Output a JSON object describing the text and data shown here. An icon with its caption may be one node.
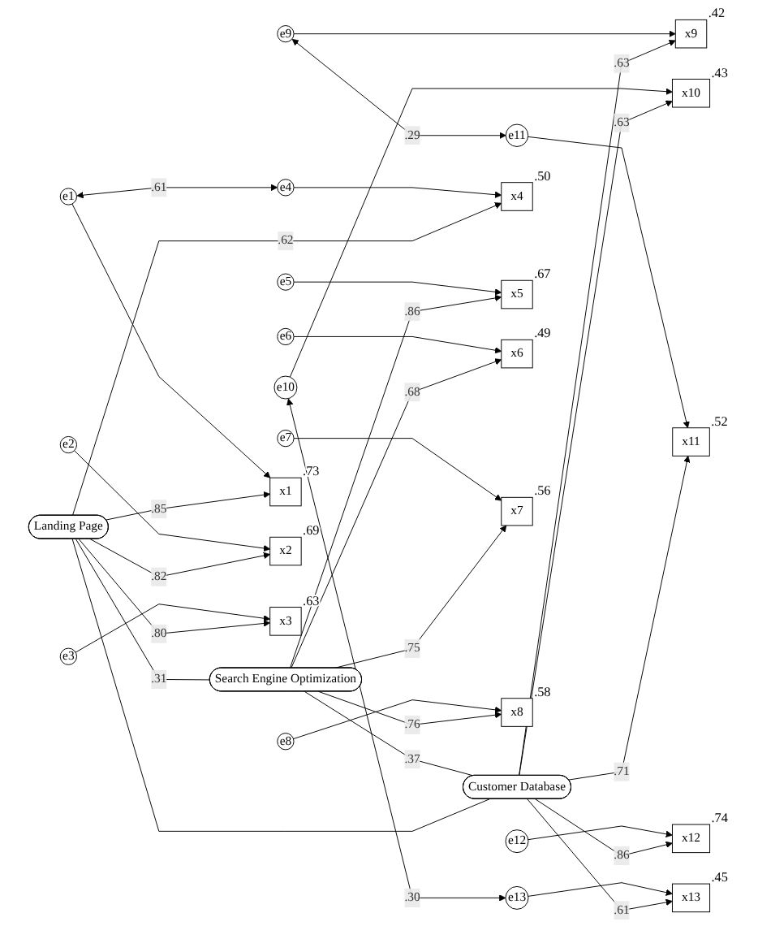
{
  "diagram": {
    "nodes": [
      {
        "text": [
          "e1"
        ]
      },
      {
        "text": [
          "e2"
        ]
      },
      {
        "text": [
          "e3"
        ]
      },
      {
        "text": [
          "e4"
        ]
      },
      {
        "text": [
          "e5"
        ]
      },
      {
        "text": [
          "e6"
        ]
      },
      {
        "text": [
          "e7"
        ]
      },
      {
        "text": [
          "e8"
        ]
      },
      {
        "text": [
          "e9"
        ]
      },
      {
        "text": [
          "e10"
        ]
      },
      {
        "text": [
          "e11"
        ]
      },
      {
        "text": [
          "e12"
        ]
      },
      {
        "text": [
          "e13"
        ]
      },
      {
        "text": [
          "x1"
        ],
        "beside": [
          ".73"
        ]
      },
      {
        "text": [
          "x2"
        ],
        "beside": [
          ".69"
        ]
      },
      {
        "text": [
          "x3"
        ],
        "beside": [
          ".63"
        ]
      },
      {
        "text": [
          "x4"
        ],
        "beside": [
          ".50"
        ]
      },
      {
        "text": [
          "x5"
        ],
        "beside": [
          ".67"
        ]
      },
      {
        "text": [
          "x6"
        ],
        "beside": [
          ".49"
        ]
      },
      {
        "text": [
          "x7"
        ],
        "beside": [
          ".56"
        ]
      },
      {
        "text": [
          "x8"
        ],
        "beside": [
          ".58"
        ]
      },
      {
        "text": [
          "x9"
        ],
        "beside": [
          ".42"
        ]
      },
      {
        "text": [
          "x10"
        ],
        "beside": [
          ".43"
        ]
      },
      {
        "text": [
          "x11"
        ],
        "beside": [
          ".52"
        ]
      },
      {
        "text": [
          "x12"
        ],
        "beside": [
          ".74"
        ]
      },
      {
        "text": [
          "x13"
        ],
        "beside": [
          ".45"
        ]
      },
      {
        "text": [
          "Landing Page"
        ]
      },
      {
        "text": [
          "Search Engine Optimization"
        ]
      },
      {
        "text": [
          "Customer Database"
        ]
      }
    ],
    "edges": [
      {
        "from": 0,
        "to": 13,
        "arrow": "to"
      },
      {
        "from": 1,
        "to": 14,
        "arrow": "to"
      },
      {
        "from": 2,
        "to": 15,
        "arrow": "to"
      },
      {
        "from": 3,
        "to": 16,
        "arrow": "to"
      },
      {
        "from": 4,
        "to": 17,
        "arrow": "to"
      },
      {
        "from": 5,
        "to": 18,
        "arrow": "to"
      },
      {
        "from": 6,
        "to": 19,
        "arrow": "to"
      },
      {
        "from": 7,
        "to": 20,
        "arrow": "to"
      },
      {
        "from": 8,
        "to": 21,
        "arrow": "to"
      },
      {
        "from": 9,
        "to": 22,
        "arrow": "to"
      },
      {
        "from": 10,
        "to": 23,
        "arrow": "to"
      },
      {
        "from": 11,
        "to": 24,
        "arrow": "to"
      },
      {
        "from": 12,
        "to": 25,
        "arrow": "to"
      },
      {
        "from": 26,
        "to": 13,
        "arrow": "to",
        "label": ".85"
      },
      {
        "from": 26,
        "to": 14,
        "arrow": "to",
        "label": ".82"
      },
      {
        "from": 26,
        "to": 15,
        "arrow": "to",
        "label": ".80"
      },
      {
        "from": 26,
        "to": 16,
        "arrow": "to",
        "label": ".62"
      },
      {
        "from": 27,
        "to": 17,
        "arrow": "to",
        "label": ".86"
      },
      {
        "from": 27,
        "to": 18,
        "arrow": "to",
        "label": ".68"
      },
      {
        "from": 27,
        "to": 19,
        "arrow": "to",
        "label": ".75"
      },
      {
        "from": 27,
        "to": 20,
        "arrow": "to",
        "label": ".76"
      },
      {
        "from": 28,
        "to": 21,
        "arrow": "to",
        "label": ".63"
      },
      {
        "from": 28,
        "to": 22,
        "arrow": "to",
        "label": ".63"
      },
      {
        "from": 28,
        "to": 23,
        "arrow": "to",
        "label": ".71"
      },
      {
        "from": 28,
        "to": 24,
        "arrow": "to",
        "label": ".86"
      },
      {
        "from": 28,
        "to": 25,
        "arrow": "to",
        "label": ".61"
      },
      {
        "from": 0,
        "to": 3,
        "arrow": "both",
        "label": ".61"
      },
      {
        "from": 26,
        "to": 27,
        "arrow": "none",
        "label": ".31"
      },
      {
        "from": 27,
        "to": 28,
        "arrow": "none",
        "label": ".37"
      },
      {
        "from": 26,
        "to": 28,
        "arrow": "none"
      },
      {
        "from": 8,
        "to": 10,
        "arrow": "both",
        "label": ".29"
      },
      {
        "from": 9,
        "to": 12,
        "arrow": "both",
        "label": ".30"
      }
    ]
  }
}
